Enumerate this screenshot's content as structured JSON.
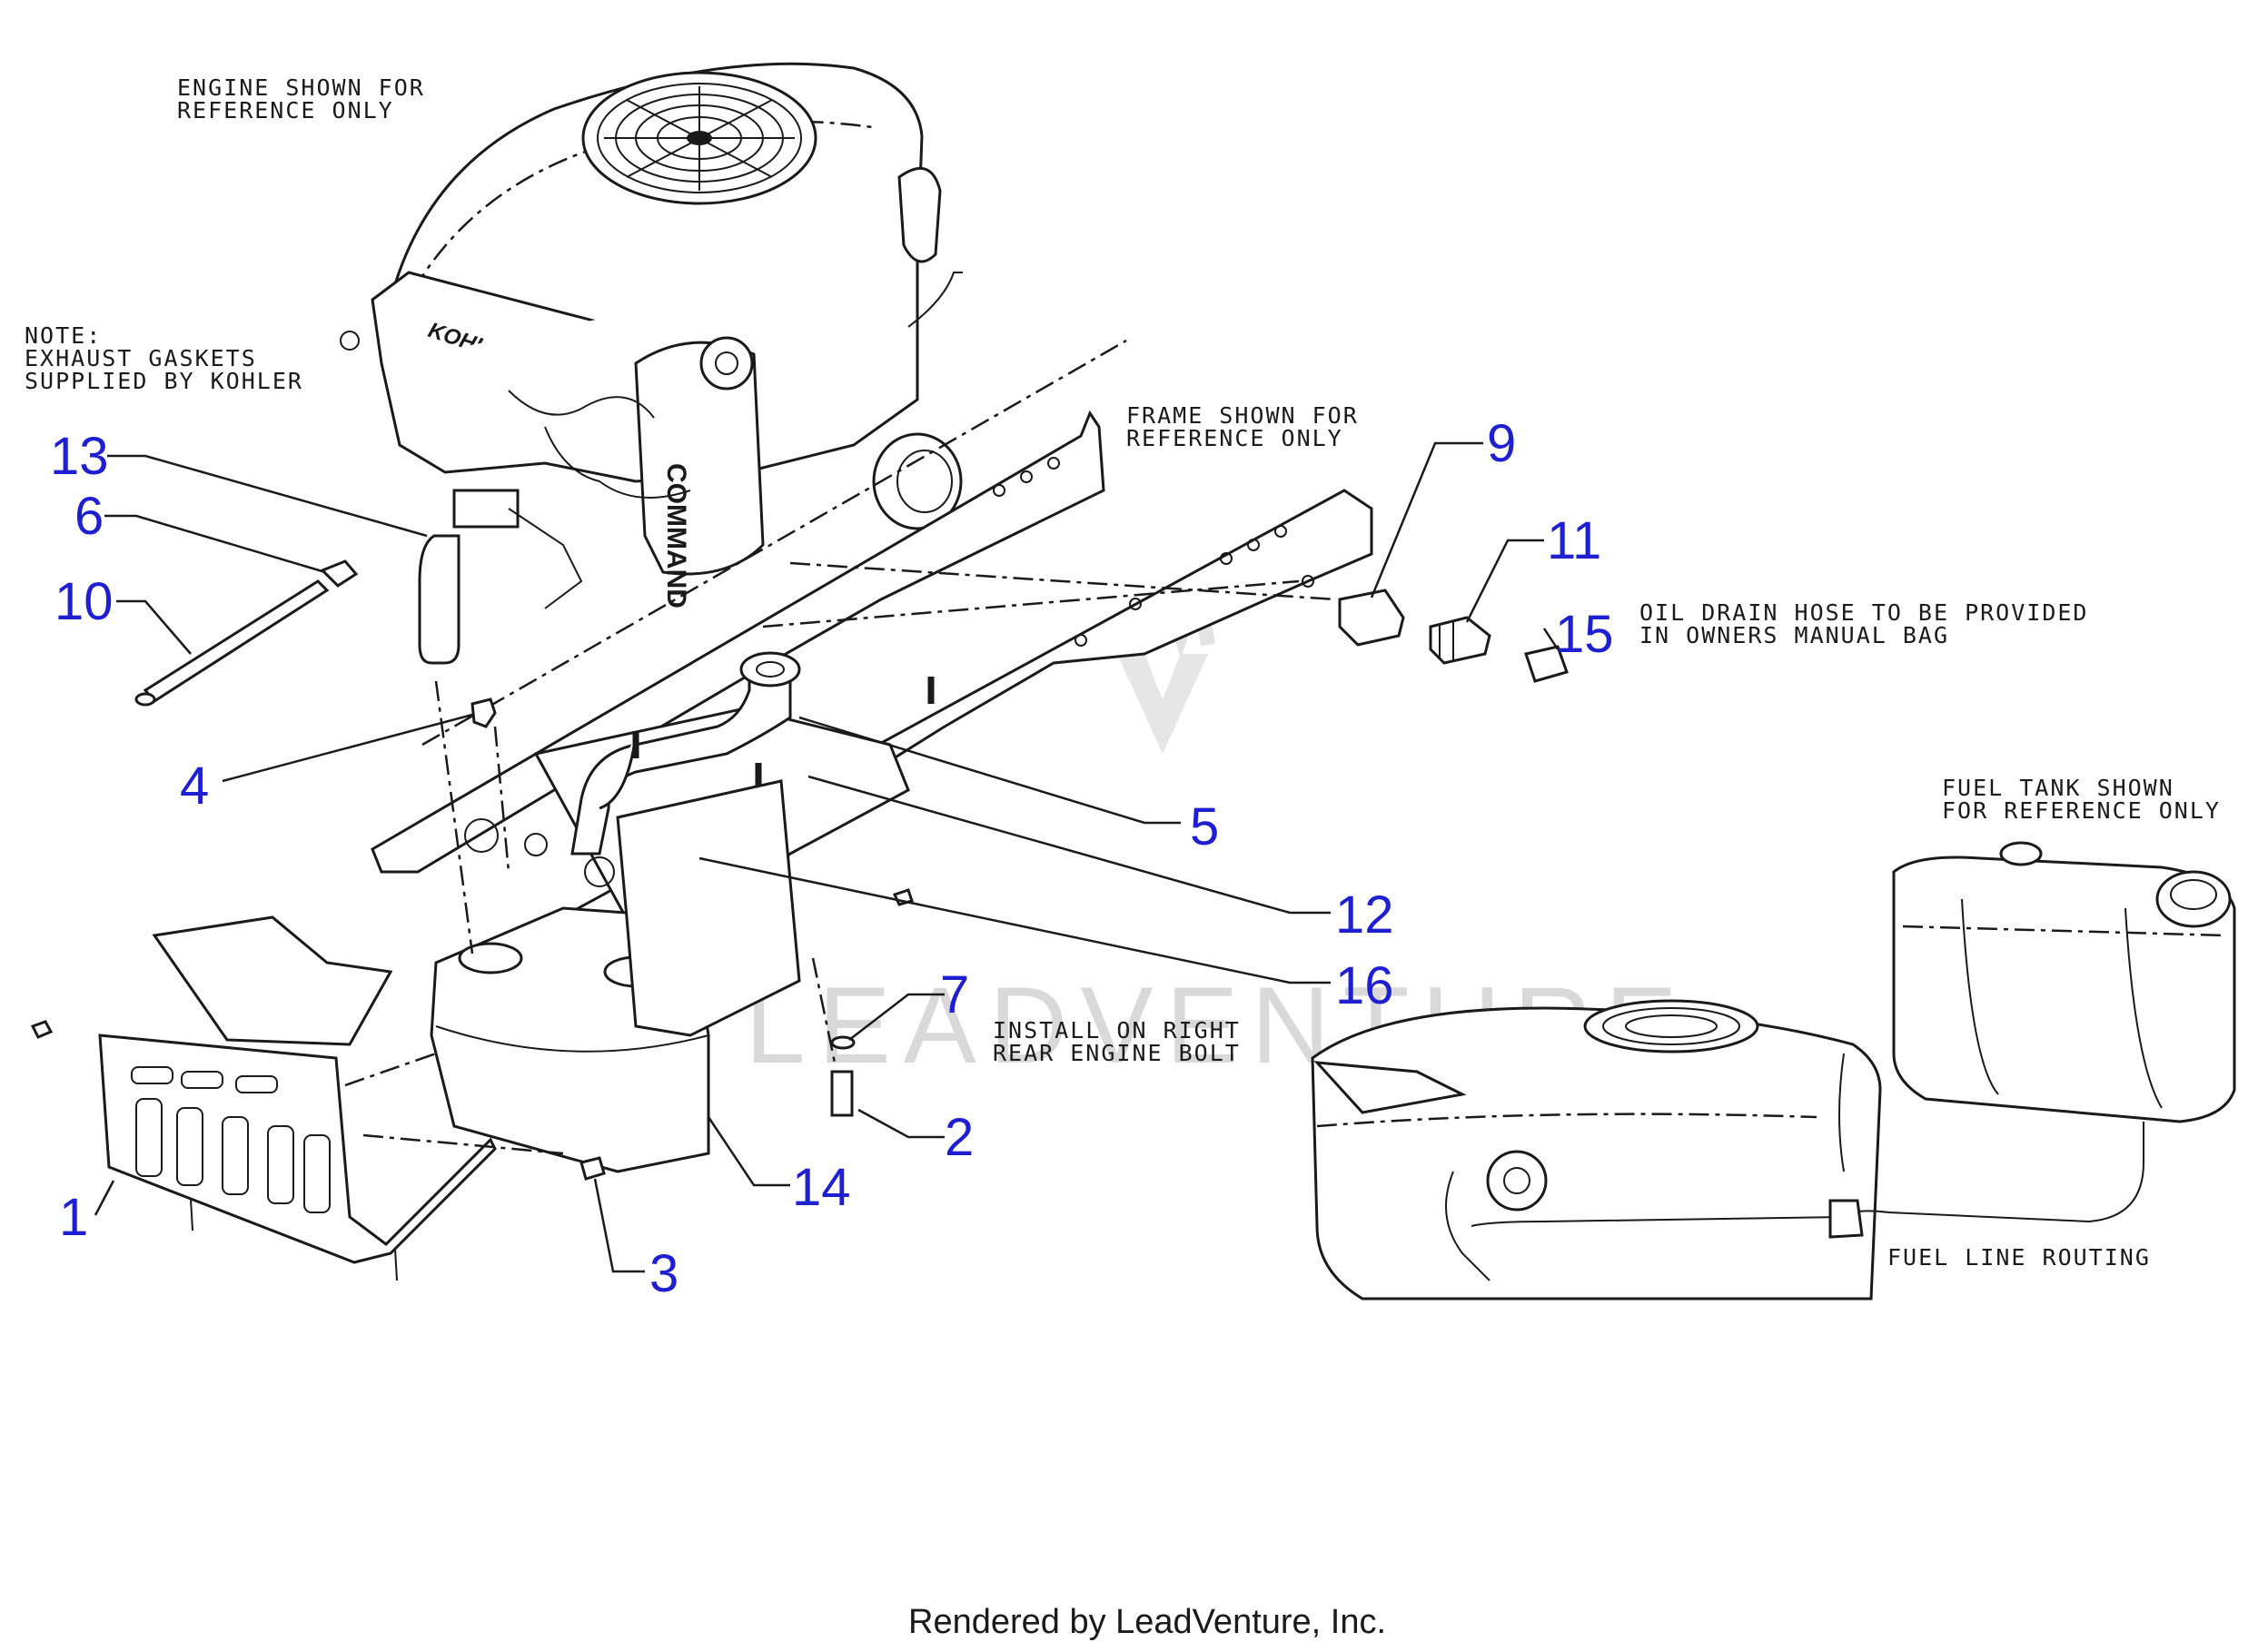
{
  "colors": {
    "callout": "#1f1fd2",
    "line": "#1a1a1a",
    "watermark": "#d9d9d9"
  },
  "notes": {
    "engine_line1": "ENGINE SHOWN FOR",
    "engine_line2": "REFERENCE ONLY",
    "exhaust_line1": "NOTE:",
    "exhaust_line2": "EXHAUST GASKETS",
    "exhaust_line3": "SUPPLIED BY KOHLER",
    "frame_line1": "FRAME SHOWN FOR",
    "frame_line2": "REFERENCE ONLY",
    "oil_line1": "OIL DRAIN HOSE TO BE PROVIDED",
    "oil_line2": "IN OWNERS MANUAL BAG",
    "fueltank_line1": "FUEL TANK SHOWN",
    "fueltank_line2": "FOR REFERENCE ONLY",
    "install_line1": "INSTALL ON RIGHT",
    "install_line2": "REAR ENGINE BOLT",
    "fuelline": "FUEL LINE ROUTING"
  },
  "brand": {
    "engine_logo": "KOHLER",
    "valve_cover_logo": "COMMAND"
  },
  "callouts": [
    {
      "id": "c13",
      "label": "13"
    },
    {
      "id": "c6",
      "label": "6"
    },
    {
      "id": "c10",
      "label": "10"
    },
    {
      "id": "c4",
      "label": "4"
    },
    {
      "id": "c9",
      "label": "9"
    },
    {
      "id": "c11",
      "label": "11"
    },
    {
      "id": "c15",
      "label": "15"
    },
    {
      "id": "c5",
      "label": "5"
    },
    {
      "id": "c12",
      "label": "12"
    },
    {
      "id": "c16",
      "label": "16"
    },
    {
      "id": "c7",
      "label": "7"
    },
    {
      "id": "c2",
      "label": "2"
    },
    {
      "id": "c14",
      "label": "14"
    },
    {
      "id": "c1",
      "label": "1"
    },
    {
      "id": "c3",
      "label": "3"
    }
  ],
  "watermark": "LEADVENTURE",
  "footer": "Rendered by LeadVenture, Inc."
}
